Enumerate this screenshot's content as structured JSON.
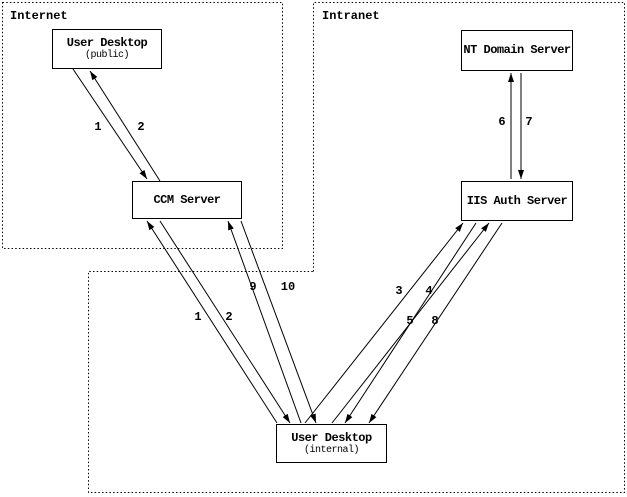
{
  "diagram": {
    "title_hint": "Authentication flow between Internet and Intranet zones",
    "zones": [
      {
        "id": "internet",
        "label": "Internet"
      },
      {
        "id": "intranet",
        "label": "Intranet"
      }
    ],
    "nodes": [
      {
        "id": "user-desktop-public",
        "title": "User Desktop",
        "subtitle": "(public)",
        "zone": "internet"
      },
      {
        "id": "ccm-server",
        "title": "CCM Server",
        "subtitle": "",
        "zone": "internet"
      },
      {
        "id": "nt-domain-server",
        "title": "NT Domain Server",
        "subtitle": "",
        "zone": "intranet"
      },
      {
        "id": "iis-auth-server",
        "title": "IIS Auth Server",
        "subtitle": "",
        "zone": "intranet"
      },
      {
        "id": "user-desktop-internal",
        "title": "User Desktop",
        "subtitle": "(internal)",
        "zone": "intranet"
      }
    ],
    "connections": [
      {
        "label": "1",
        "from": "user-desktop-public",
        "to": "ccm-server"
      },
      {
        "label": "2",
        "from": "ccm-server",
        "to": "user-desktop-public"
      },
      {
        "label": "1",
        "from": "user-desktop-internal",
        "to": "ccm-server"
      },
      {
        "label": "2",
        "from": "ccm-server",
        "to": "user-desktop-internal"
      },
      {
        "label": "9",
        "from": "user-desktop-internal",
        "to": "ccm-server"
      },
      {
        "label": "10",
        "from": "ccm-server",
        "to": "user-desktop-internal"
      },
      {
        "label": "3",
        "from": "user-desktop-internal",
        "to": "iis-auth-server"
      },
      {
        "label": "4",
        "from": "iis-auth-server",
        "to": "user-desktop-internal"
      },
      {
        "label": "5",
        "from": "user-desktop-internal",
        "to": "iis-auth-server"
      },
      {
        "label": "8",
        "from": "iis-auth-server",
        "to": "user-desktop-internal"
      },
      {
        "label": "6",
        "from": "iis-auth-server",
        "to": "nt-domain-server"
      },
      {
        "label": "7",
        "from": "nt-domain-server",
        "to": "iis-auth-server"
      }
    ],
    "colors": {
      "line": "#000000",
      "background": "#ffffff"
    }
  }
}
